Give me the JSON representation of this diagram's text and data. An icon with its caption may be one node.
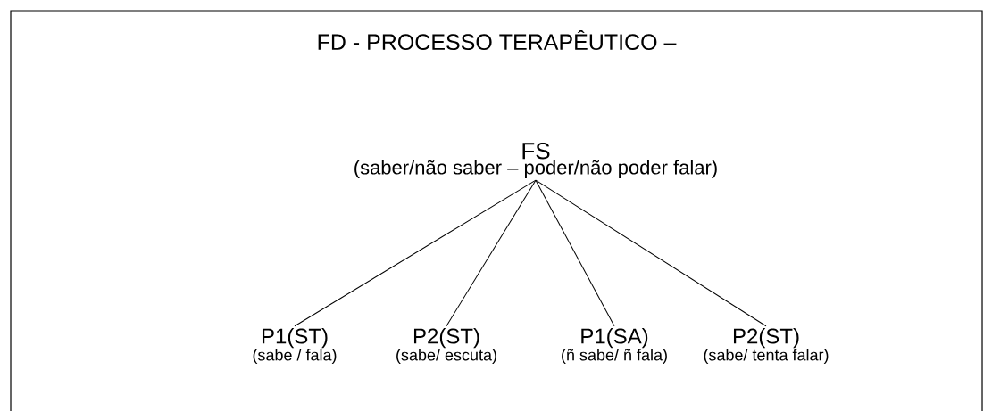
{
  "diagram": {
    "title": "FD - PROCESSO TERAPÊUTICO –",
    "nodes": [
      {
        "text": [
          "FS",
          "(saber/não saber – poder/não poder falar)"
        ]
      },
      {
        "text": [
          "P1(ST)",
          "(sabe / fala)"
        ]
      },
      {
        "text": [
          "P2(ST)",
          "(sabe/ escuta)"
        ]
      },
      {
        "text": [
          "P1(SA)",
          "(ñ sabe/ ñ fala)"
        ]
      },
      {
        "text": [
          "P2(ST)",
          "(sabe/ tenta falar)"
        ]
      }
    ],
    "edges": [
      {
        "from": 0,
        "to": 1,
        "arrow": "none"
      },
      {
        "from": 0,
        "to": 2,
        "arrow": "none"
      },
      {
        "from": 0,
        "to": 3,
        "arrow": "none"
      },
      {
        "from": 0,
        "to": 4,
        "arrow": "none"
      }
    ]
  }
}
